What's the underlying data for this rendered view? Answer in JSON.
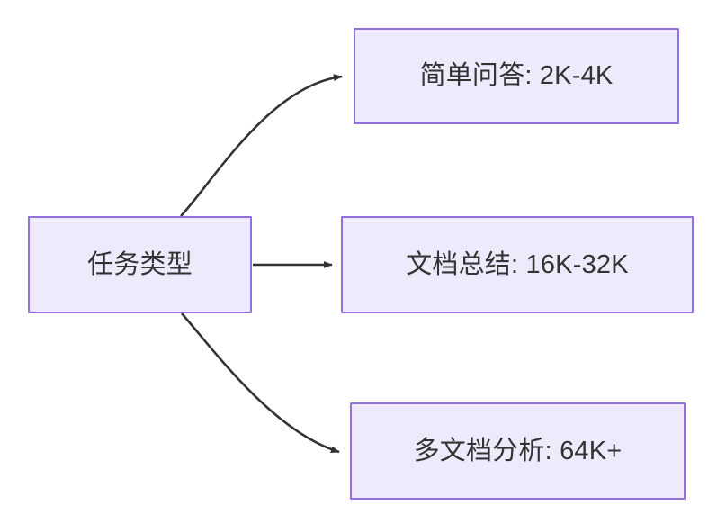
{
  "diagram": {
    "type": "flowchart",
    "direction": "left-to-right",
    "background_color": "#FFFFFF",
    "node_fill_color": "#ECEAFB",
    "node_border_color": "#9370DB",
    "node_text_color": "#333333",
    "edge_color": "#333333",
    "nodes": [
      {
        "id": "source",
        "label": "任务类型",
        "role": "root"
      },
      {
        "id": "simple-qa",
        "label": "简单问答: 2K-4K",
        "role": "leaf"
      },
      {
        "id": "doc-summary",
        "label": "文档总结: 16K-32K",
        "role": "leaf"
      },
      {
        "id": "multi-doc",
        "label": "多文档分析: 64K+",
        "role": "leaf"
      }
    ],
    "edges": [
      {
        "id": "edge-source-simple-qa",
        "from": "source",
        "to": "simple-qa",
        "label": "",
        "style": "curved",
        "arrowhead": "solid-triangle"
      },
      {
        "id": "edge-source-doc-summary",
        "from": "source",
        "to": "doc-summary",
        "label": "",
        "style": "straight",
        "arrowhead": "solid-triangle"
      },
      {
        "id": "edge-source-multi-doc",
        "from": "source",
        "to": "multi-doc",
        "label": "",
        "style": "curved",
        "arrowhead": "solid-triangle"
      }
    ]
  }
}
